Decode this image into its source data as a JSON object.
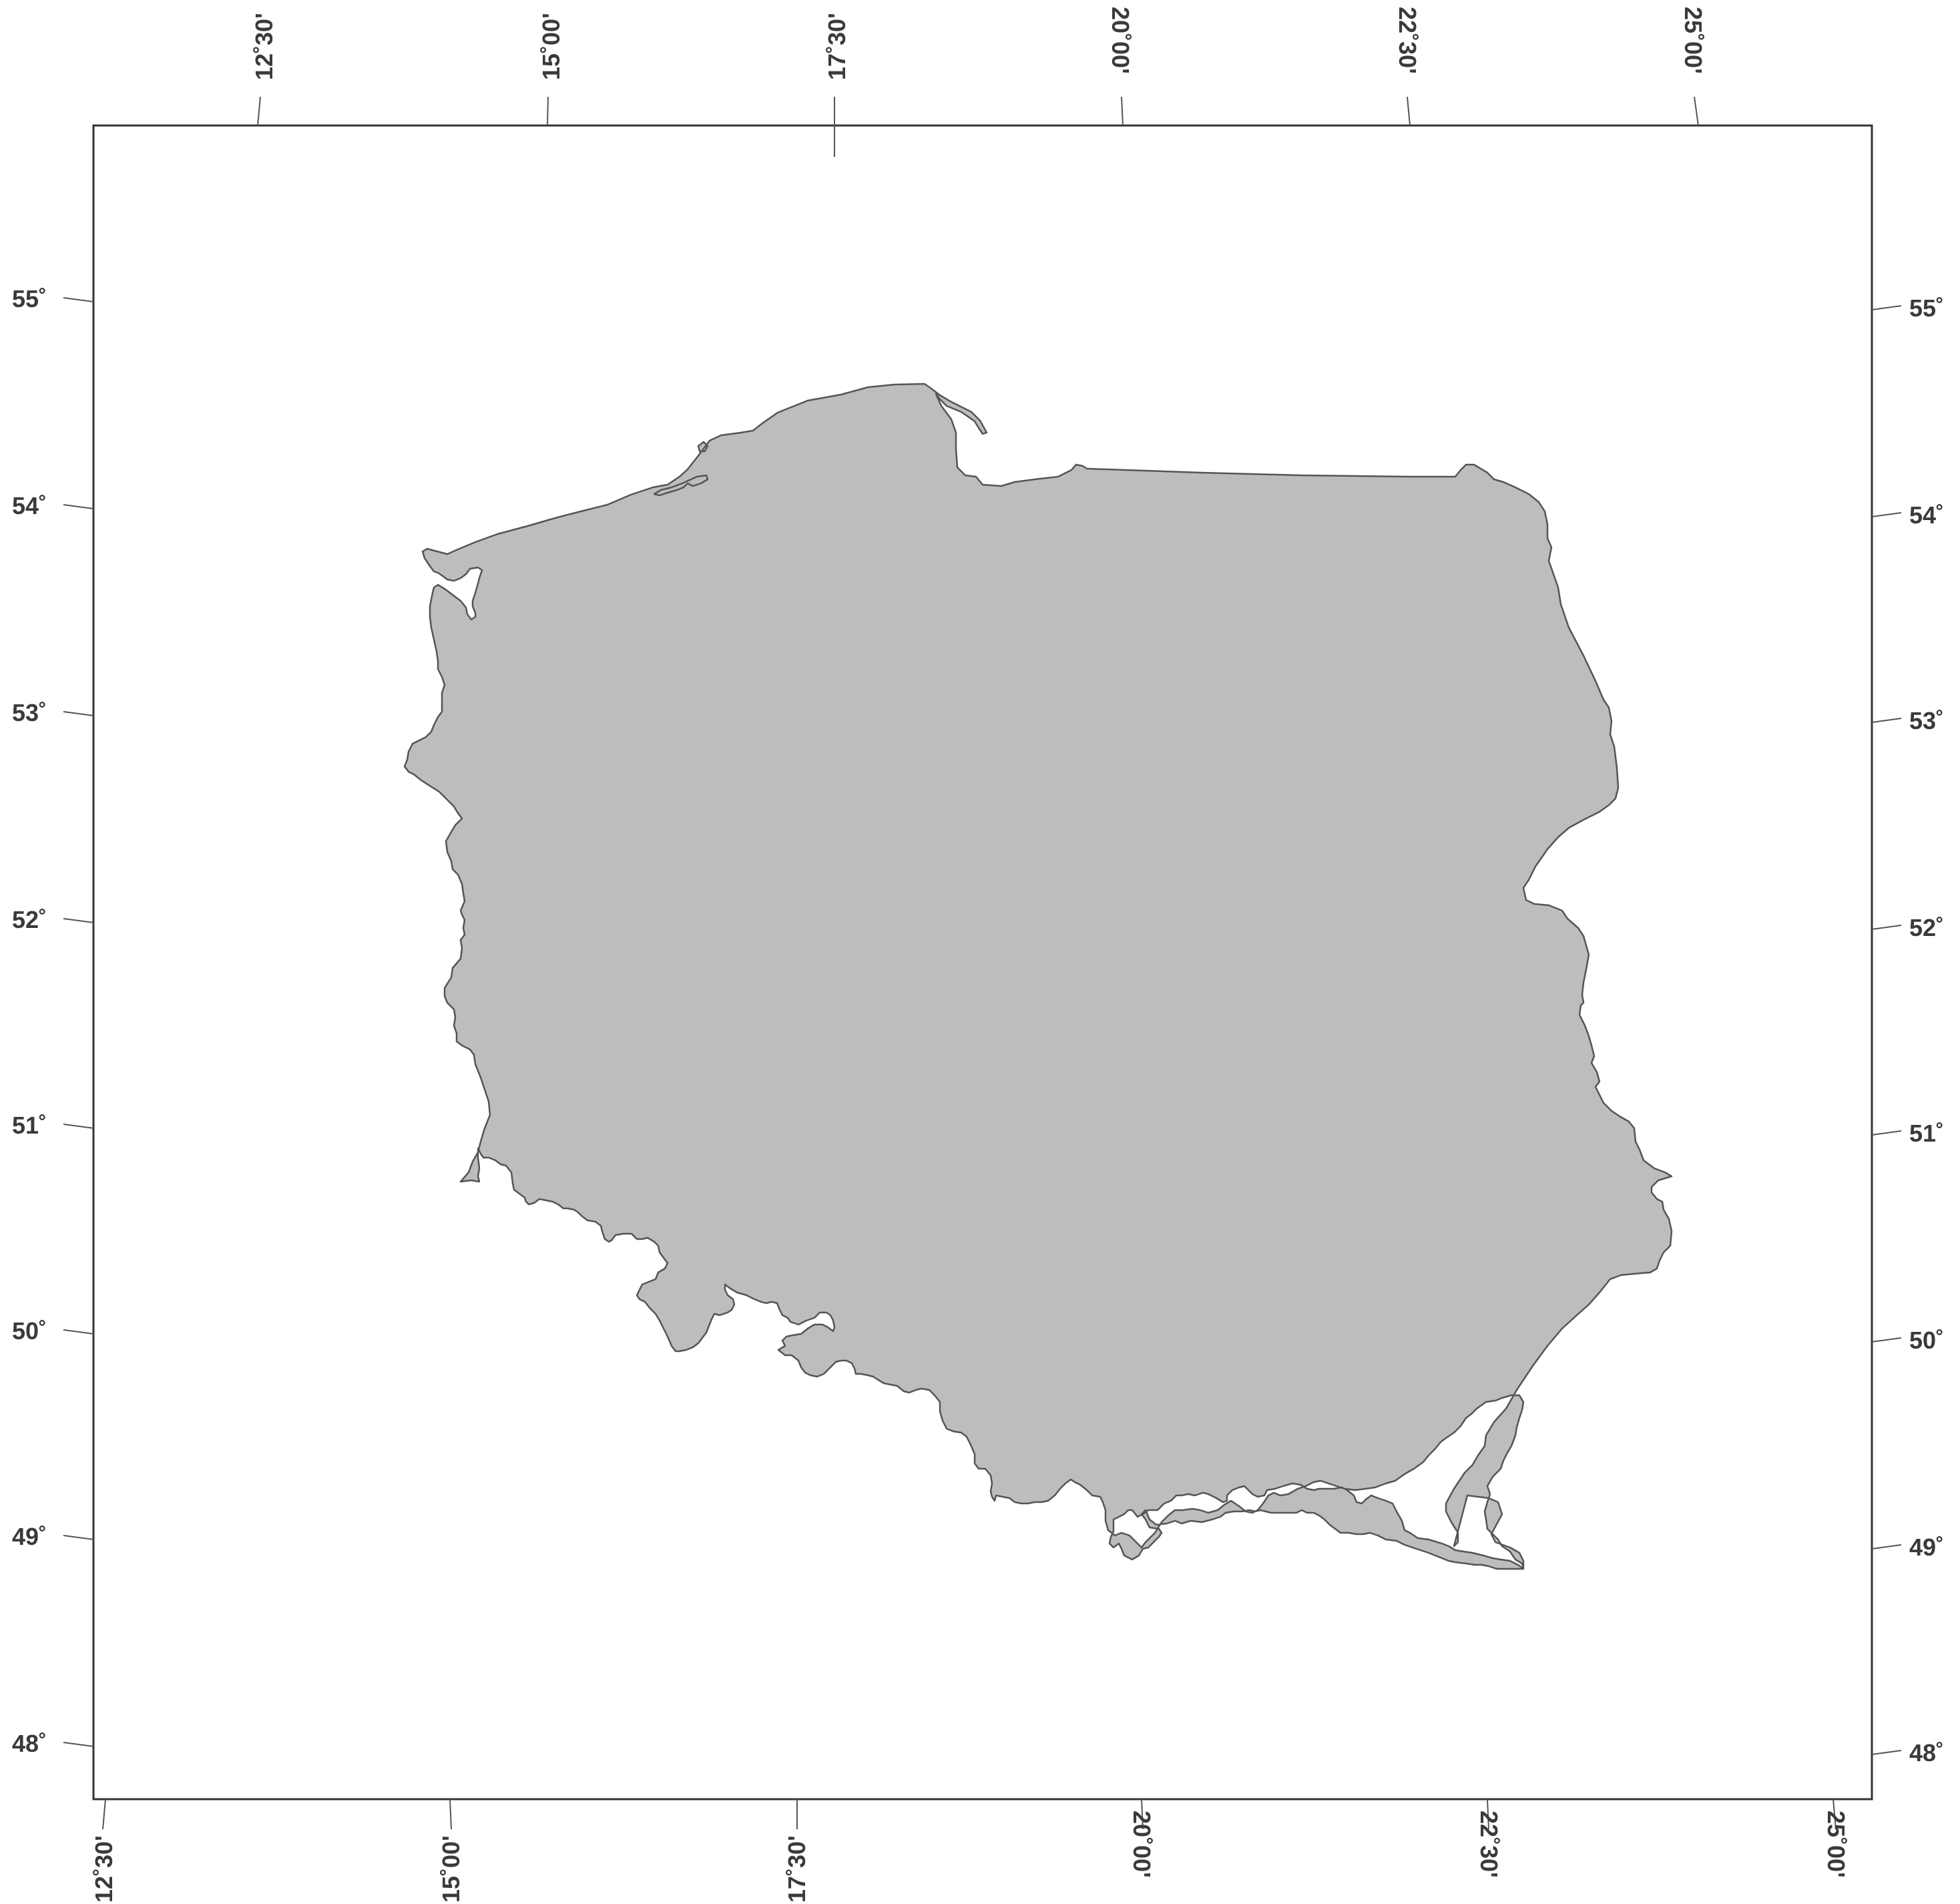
{
  "map": {
    "land_fill": "#bdbdbd",
    "land_stroke": "#555555",
    "frame_color": "#333333",
    "label_color": "#3a3a3a",
    "top_labels": [
      "12˚30'",
      "15˚00'",
      "17˚30'",
      "20˚00'",
      "22˚30'",
      "25˚00'"
    ],
    "bottom_labels": [
      "12˚30'",
      "15˚00'",
      "17˚30'",
      "20˚00'",
      "22˚30'",
      "25˚00'"
    ],
    "left_labels": [
      "55˚",
      "54˚",
      "53˚",
      "52˚",
      "51˚",
      "50˚",
      "49˚",
      "48˚"
    ],
    "right_labels": [
      "55˚",
      "54˚",
      "53˚",
      "52˚",
      "51˚",
      "50˚",
      "49˚",
      "48˚"
    ]
  }
}
